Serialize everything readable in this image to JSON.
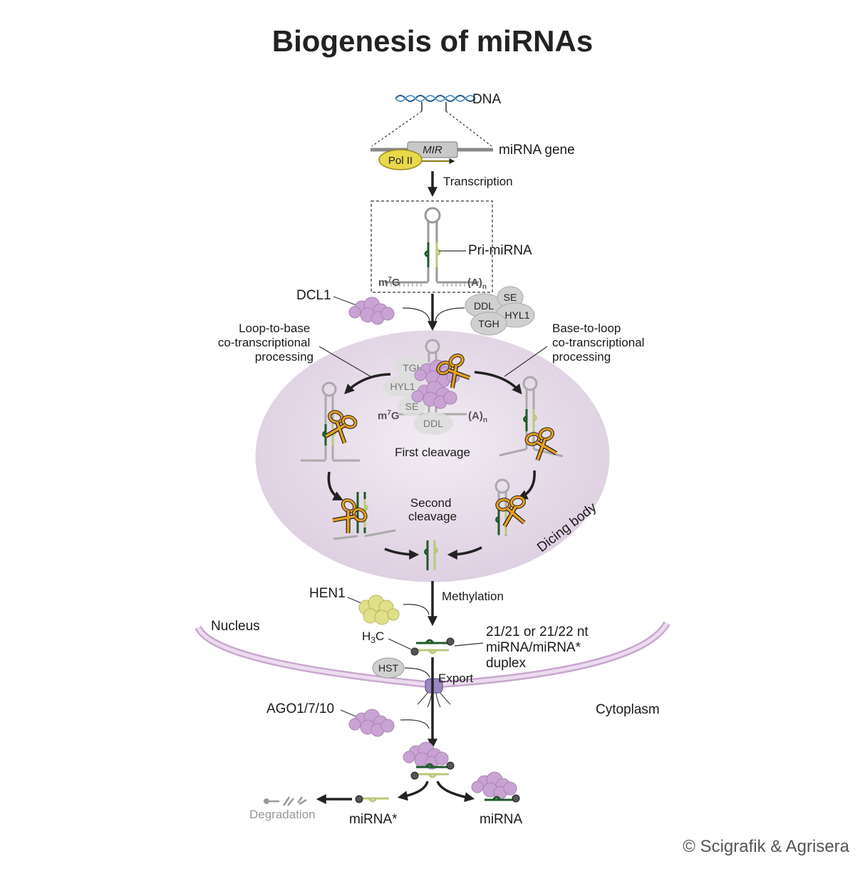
{
  "title": "Biogenesis of miRNAs",
  "labels": {
    "dna": "DNA",
    "mir": "MIR",
    "mirna_gene": "miRNA gene",
    "pol2": "Pol II",
    "transcription": "Transcription",
    "pri_mirna": "Pri-miRNA",
    "m7g": "m",
    "m7g_sup": "7",
    "m7g_g": "G",
    "polya": "(A)",
    "polya_sub": "n",
    "dcl1": "DCL1",
    "ddl": "DDL",
    "se": "SE",
    "hyl1": "HYL1",
    "tgh": "TGH",
    "loop_to_base_1": "Loop-to-base",
    "loop_to_base_2": "co-transcriptional",
    "loop_to_base_3": "processing",
    "base_to_loop_1": "Base-to-loop",
    "base_to_loop_2": "co-transcriptional",
    "base_to_loop_3": "processing",
    "first_cleavage": "First cleavage",
    "second_cleavage_1": "Second",
    "second_cleavage_2": "cleavage",
    "dicing_body": "Dicing body",
    "hen1": "HEN1",
    "methylation": "Methylation",
    "nucleus": "Nucleus",
    "h3c_h": "H",
    "h3c_3": "3",
    "h3c_c": "C",
    "duplex_1": "21/21 or 21/22 nt",
    "duplex_2": "miRNA/miRNA*",
    "duplex_3": "duplex",
    "hst": "HST",
    "export": "Export",
    "ago": "AGO1/7/10",
    "cytoplasm": "Cytoplasm",
    "degradation": "Degradation",
    "mirna_star": "miRNA*",
    "mirna": "miRNA"
  },
  "copyright": "© Scigrafik & Agrisera",
  "colors": {
    "dicing_body": "#e3d7e6",
    "nucleus_membrane": "#c9a8cf",
    "protein_purple": "#c9a3d3",
    "protein_yellow": "#e0e08a",
    "pol2_yellow": "#e8d84a",
    "dark_green": "#1e5a2a",
    "light_green": "#b8c97a",
    "scissors": "#e8a020",
    "grey_protein": "#d0d0d0"
  }
}
